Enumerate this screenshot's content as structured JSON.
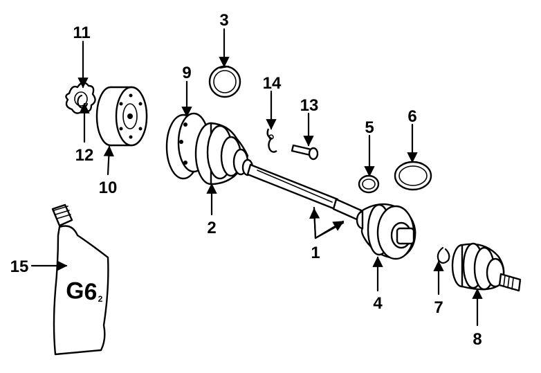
{
  "callouts": {
    "c1": "1",
    "c2": "2",
    "c3": "3",
    "c4": "4",
    "c5": "5",
    "c6": "6",
    "c7": "7",
    "c8": "8",
    "c9": "9",
    "c10": "10",
    "c11": "11",
    "c12": "12",
    "c13": "13",
    "c14": "14",
    "c15": "15"
  },
  "tube_label": "G6",
  "tube_label_sub": "2"
}
